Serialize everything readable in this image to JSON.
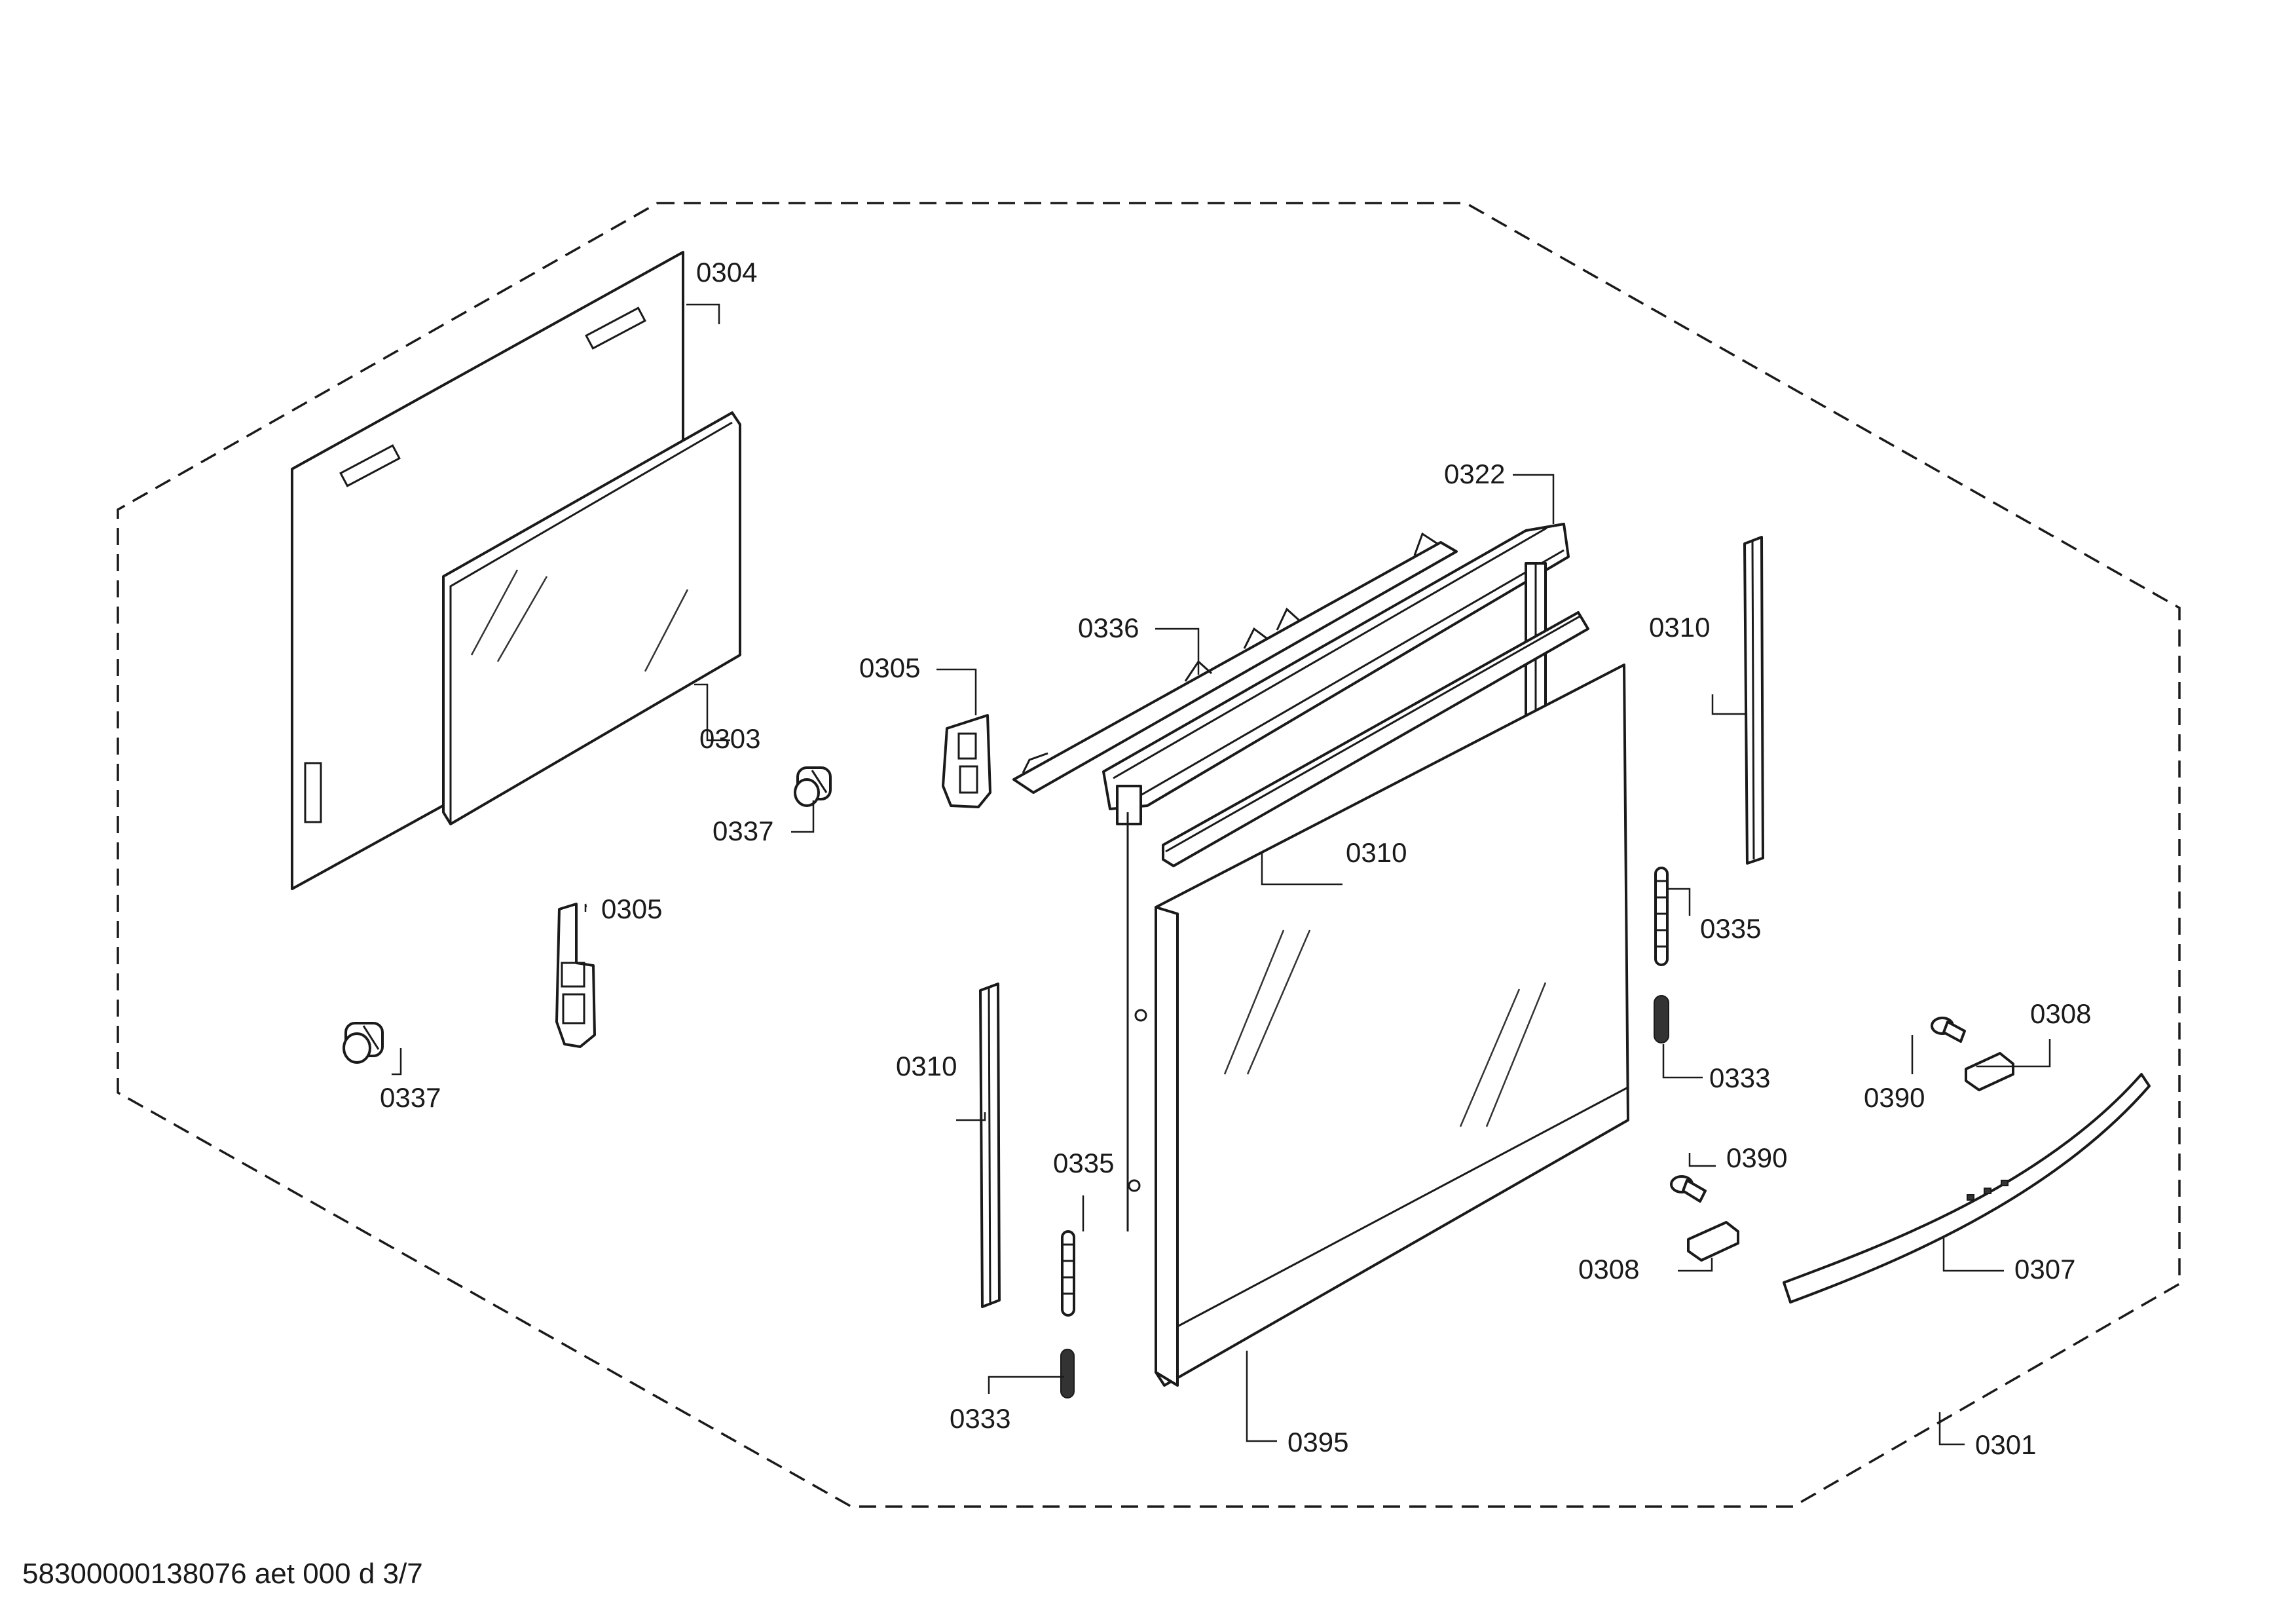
{
  "labels": {
    "l0304": "0304",
    "l0303": "0303",
    "l0305a": "0305",
    "l0337a": "0337",
    "l0305b": "0305",
    "l0337b": "0337",
    "l0336": "0336",
    "l0322": "0322",
    "l0310a": "0310",
    "l0310b": "0310",
    "l0310c": "0310",
    "l0335a": "0335",
    "l0335b": "0335",
    "l0333a": "0333",
    "l0333b": "0333",
    "l0395": "0395",
    "l0390a": "0390",
    "l0390b": "0390",
    "l0308a": "0308",
    "l0308b": "0308",
    "l0307": "0307",
    "l0301": "0301"
  },
  "footer": "58300000138076 aet 000 d 3/7"
}
